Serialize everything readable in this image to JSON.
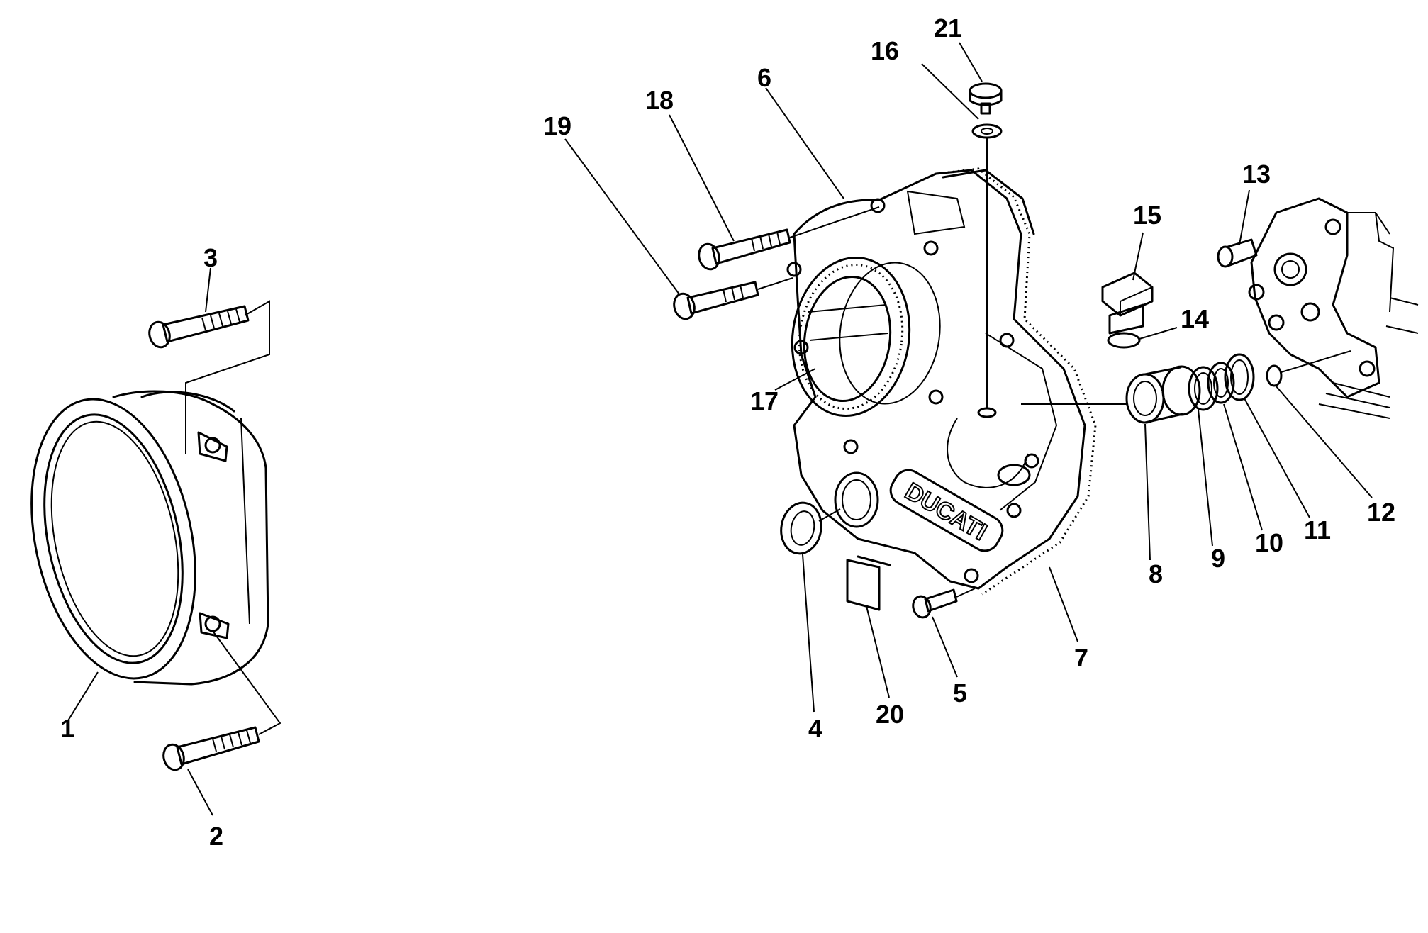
{
  "diagram": {
    "brand_text": "DUCATI",
    "callouts": [
      "1",
      "2",
      "3",
      "4",
      "5",
      "6",
      "7",
      "8",
      "9",
      "10",
      "11",
      "12",
      "13",
      "14",
      "15",
      "16",
      "17",
      "18",
      "19",
      "20",
      "21"
    ]
  }
}
